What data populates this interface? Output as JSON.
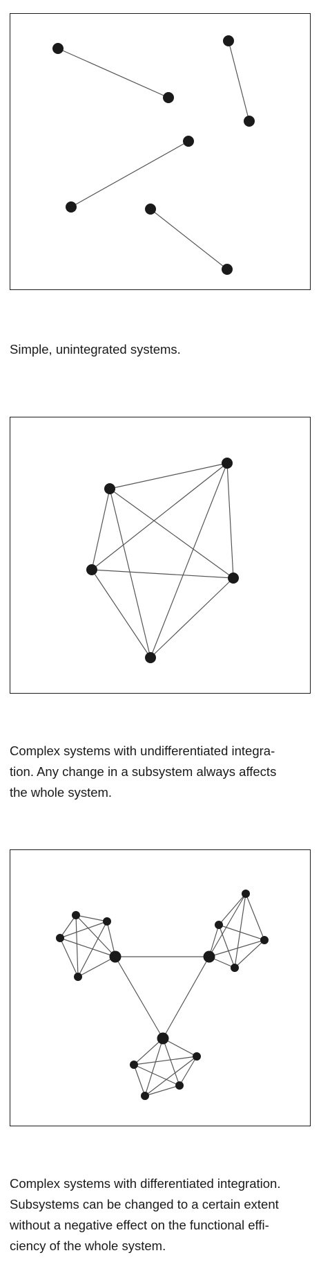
{
  "colors": {
    "node": "#1a1a1a",
    "edge": "#555555",
    "frame": "#1a1a1a",
    "background": "#ffffff"
  },
  "figures": [
    {
      "caption": "Simple, unintegrated systems."
    },
    {
      "caption": "Complex systems with undifferentiated integra-\ntion. Any change in a subsystem always affects\nthe whole system."
    },
    {
      "caption": "Complex systems with differentiated integration.\nSubsystems can be changed to a certain extent\nwithout a negative effect on the functional effi-\nciency of the whole system."
    }
  ]
}
